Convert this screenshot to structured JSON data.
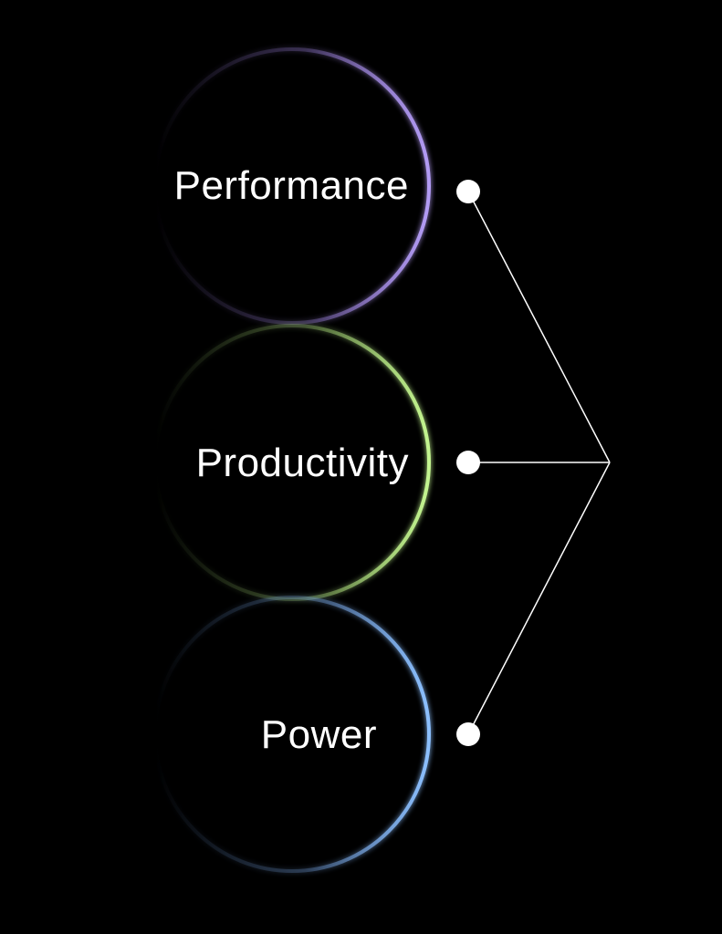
{
  "items": [
    {
      "label": "Performance",
      "color": "#a98cf0"
    },
    {
      "label": "Productivity",
      "color": "#b6ec82"
    },
    {
      "label": "Power",
      "color": "#7fb0f5"
    }
  ],
  "connector_color": "#ffffff"
}
